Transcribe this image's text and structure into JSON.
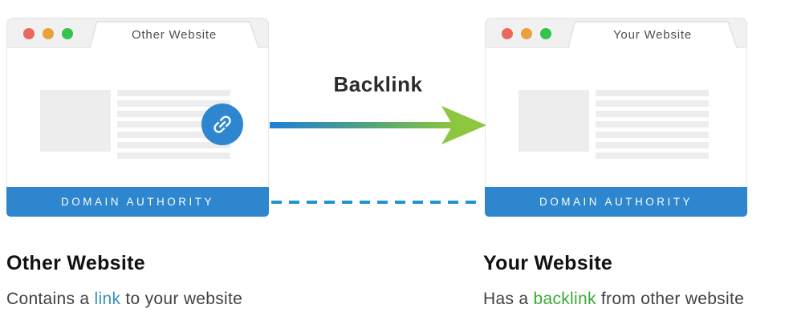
{
  "diagram": {
    "arrow_label": "Backlink",
    "colors": {
      "accent_blue": "#2e86ce",
      "badge_blue": "#2e86d0",
      "arrow_gradient_start": "#1e7fd8",
      "arrow_gradient_end": "#8dc63f",
      "arrowhead_green": "#8dc63f",
      "connector_dash_blue": "#2095cc",
      "link_word_blue": "#3a8fc1",
      "backlink_word_green": "#39a935",
      "dot_red": "#e96a5c",
      "dot_orange": "#e9a23b",
      "dot_green": "#37c24e"
    }
  },
  "windows": {
    "left": {
      "tab_title": "Other Website",
      "footer_label": "DOMAIN AUTHORITY"
    },
    "right": {
      "tab_title": "Your Website",
      "footer_label": "DOMAIN AUTHORITY"
    }
  },
  "captions": {
    "left": {
      "heading": "Other Website",
      "pre": "Contains a ",
      "highlight": "link",
      "post": " to your website"
    },
    "right": {
      "heading": "Your Website",
      "pre": "Has a ",
      "highlight": "backlink",
      "post": " from other website"
    }
  }
}
